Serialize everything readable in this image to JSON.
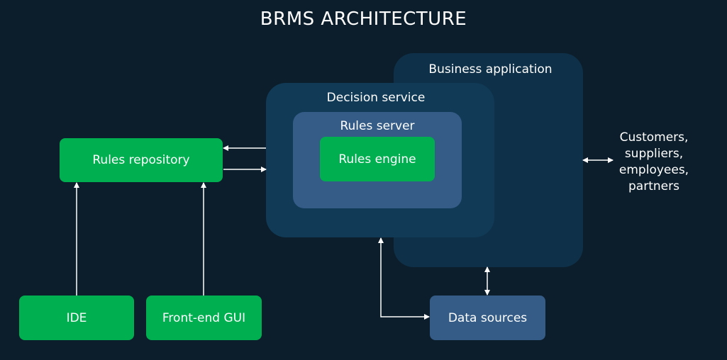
{
  "title": "BRMS ARCHITECTURE",
  "regions": {
    "business_application": "Business application",
    "decision_service": "Decision service",
    "rules_server": "Rules server"
  },
  "nodes": {
    "rules_engine": "Rules engine",
    "rules_repository": "Rules repository",
    "ide": "IDE",
    "front_end_gui": "Front-end GUI",
    "data_sources": "Data sources"
  },
  "external": {
    "customers_text": "Customers,\nsuppliers,\nemployees,\npartners"
  },
  "colors": {
    "background": "#0c1e2c",
    "business_region": "#0e3048",
    "decision_region": "#103a56",
    "server_region": "#345c87",
    "green_node": "#00b050",
    "blue_node": "#345c87",
    "arrow": "#ffffff"
  }
}
